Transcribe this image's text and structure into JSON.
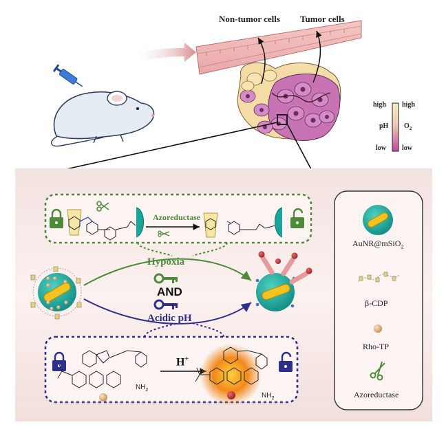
{
  "top": {
    "non_tumor_label": "Non-tumor cells",
    "tumor_label": "Tumor cells"
  },
  "gradient_bar": {
    "high_left": "high",
    "high_right": "high",
    "ph_label": "pH",
    "o2_label": "O",
    "o2_sub": "2",
    "low_left": "low",
    "low_right": "low"
  },
  "mechanism": {
    "enzyme_label": "Azoreductase",
    "hypoxia_label": "Hypoxia",
    "and_label": "AND",
    "acidic_label": "Acidic pH",
    "proton_label": "H",
    "proton_sup": "+",
    "amine_label": "NH",
    "amine_sub": "2",
    "colors": {
      "hypoxia_green": "#4e8a3a",
      "ph_blue": "#2c2f8c",
      "nanoparticle_teal": "#1aa59a",
      "gold_rod": "#f5c220",
      "panel_pink": "#f7e6e4",
      "fluorescence_orange": "#f08a1c"
    }
  },
  "legend": {
    "items": [
      {
        "label": "AuNR@mSiO",
        "sub": "2",
        "icon": "aunr-msio2-icon"
      },
      {
        "label": "β-CDP",
        "sub": "",
        "icon": "beta-cdp-icon"
      },
      {
        "label": "Rho-TP",
        "sub": "",
        "icon": "rho-tp-icon"
      },
      {
        "label": "Azoreductase",
        "sub": "",
        "icon": "scissors-icon"
      }
    ]
  }
}
